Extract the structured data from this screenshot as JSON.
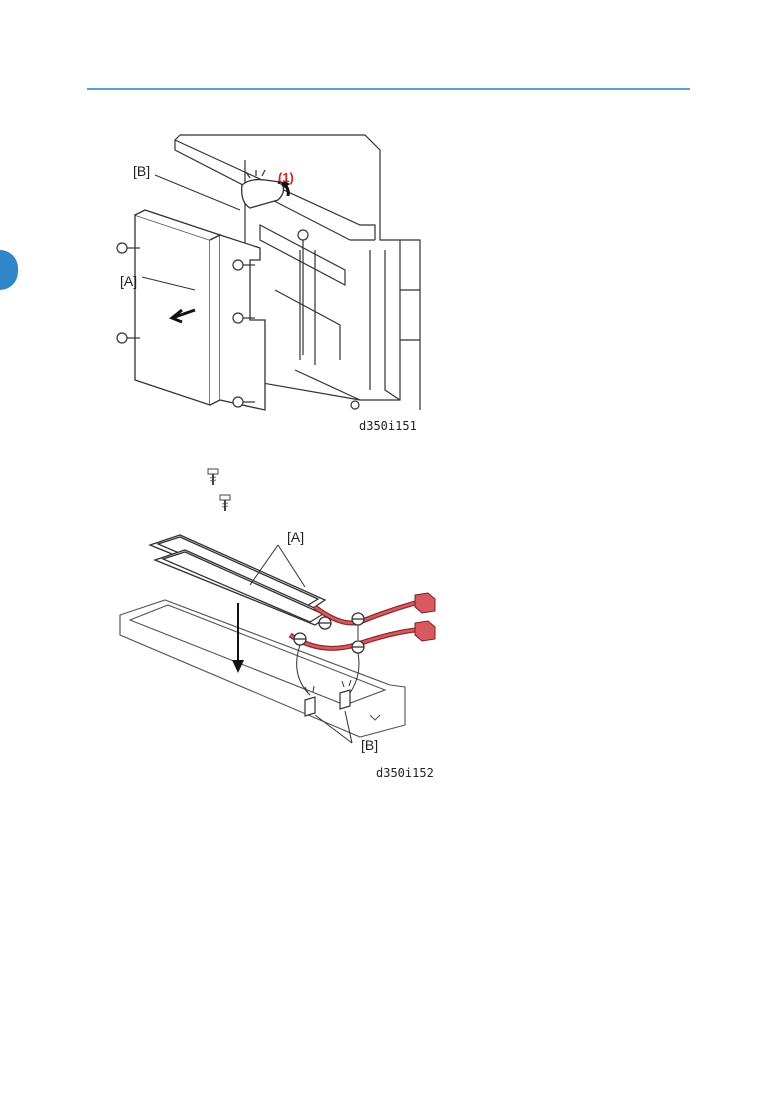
{
  "chapter": {
    "tab_number": ""
  },
  "figure1": {
    "callouts": {
      "B": "[B]",
      "A": "[A]",
      "step1": "(1)"
    },
    "id": "d350i151"
  },
  "figure2": {
    "callouts": {
      "A": "[A]",
      "B": "[B]"
    },
    "id": "d350i152"
  },
  "icons": [
    "screw-icon",
    "screw-icon"
  ],
  "colors": {
    "rule": "#5aa0d8",
    "tab": "#2f86c8",
    "accent_red": "#d11f1f",
    "connector": "#d85a5f"
  }
}
